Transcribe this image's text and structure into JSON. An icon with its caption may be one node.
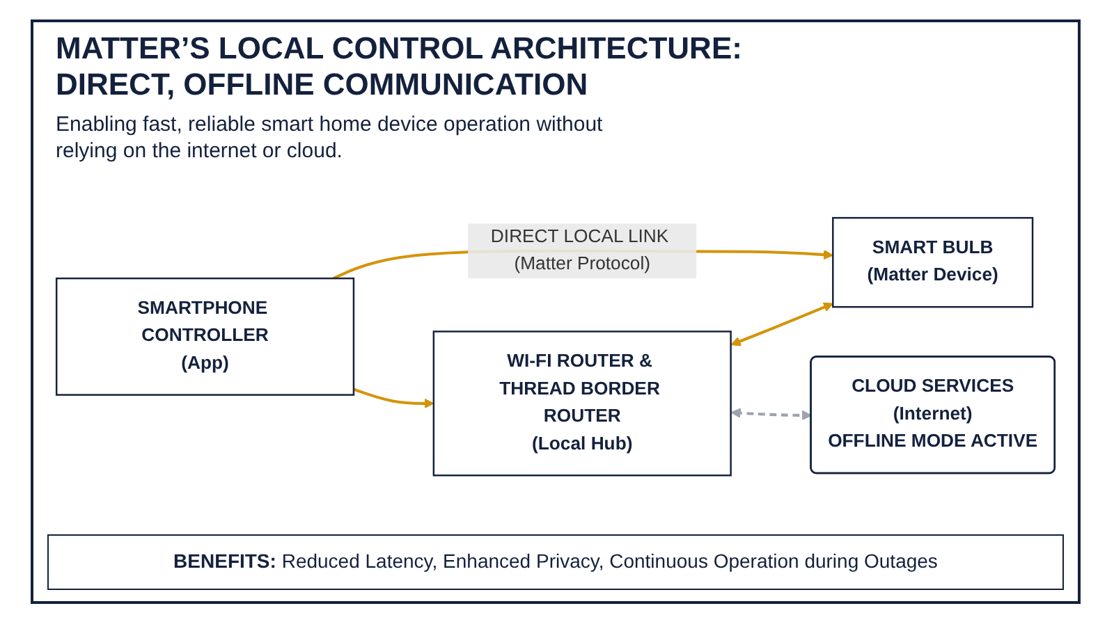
{
  "diagram": {
    "title": "MATTER’S LOCAL CONTROL ARCHITECTURE: DIRECT, OFFLINE COMMUNICATION",
    "nodes": [
      {
        "text": [
          "SMARTPHONE CONTROLLER",
          "(App)"
        ]
      },
      {
        "text": [
          "WI-FI ROUTER & THREAD BORDER ROUTER",
          "(Local Hub)"
        ]
      },
      {
        "text": [
          "SMART BULB",
          "(Matter Device)"
        ]
      },
      {
        "text": [
          "CLOUD SERVICES",
          "(Internet)",
          "OFFLINE MODE ACTIVE"
        ]
      }
    ],
    "edges": [
      {
        "from": 0,
        "to": 1,
        "arrow": "to"
      },
      {
        "from": 1,
        "to": 2,
        "arrow": "both"
      },
      {
        "from": 1,
        "to": 3,
        "arrow": "both",
        "style": "dashed",
        "color": "#9ca3af"
      },
      {
        "from": 0,
        "to": 2,
        "arrow": "to",
        "label": "DIRECT LOCAL LINK (Matter Protocol)"
      }
    ],
    "labels": [
      "Enabling fast, reliable smart home device operation without relying on the internet or cloud.",
      "**BENEFITS:** Reduced Latency, Enhanced Privacy, Continuous Operation during Outages"
    ]
  }
}
